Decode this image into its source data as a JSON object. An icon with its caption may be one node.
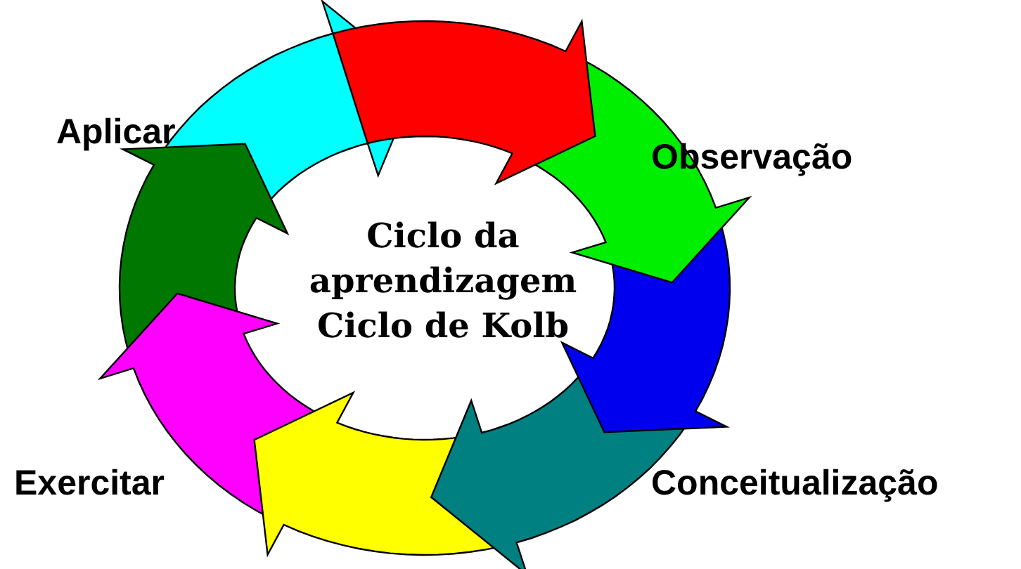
{
  "diagram": {
    "title": "Ciclo da aprendizagem Ciclo de Kolb",
    "labels": [
      "Aplicar",
      "Observação",
      "Exercitar",
      "Conceitualização"
    ]
  }
}
